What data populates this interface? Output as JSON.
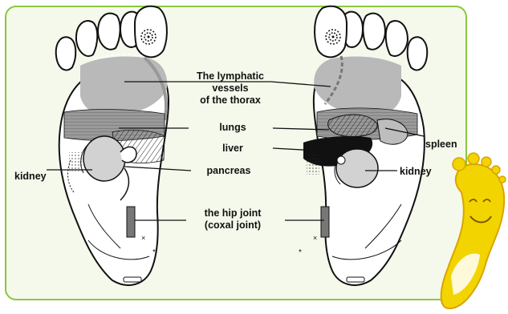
{
  "labels": {
    "lymphatic": "The lymphatic vessels of the thorax",
    "lymphatic_lines": [
      "The lymphatic",
      "vessels",
      "of the thorax"
    ],
    "lungs": "lungs",
    "liver": "liver",
    "spleen": "spleen",
    "kidney_left": "kidney",
    "kidney_right": "kidney",
    "pancreas": "pancreas",
    "hip_joint_lines": [
      "the hip joint",
      "(coxal joint)"
    ]
  },
  "colors": {
    "frame_border": "#8cc63f",
    "frame_fill": "#f4f9ec",
    "lymph_grey": "#b9b9b9",
    "lung_grey": "#9a9a9a",
    "kidney_grey": "#d2d2d2",
    "liver_black": "#111111",
    "mascot_yellow": "#f2d400"
  },
  "icons": {
    "mascot": "foot-mascot-icon",
    "pituitary_marker": "concentric-circle-icon"
  }
}
